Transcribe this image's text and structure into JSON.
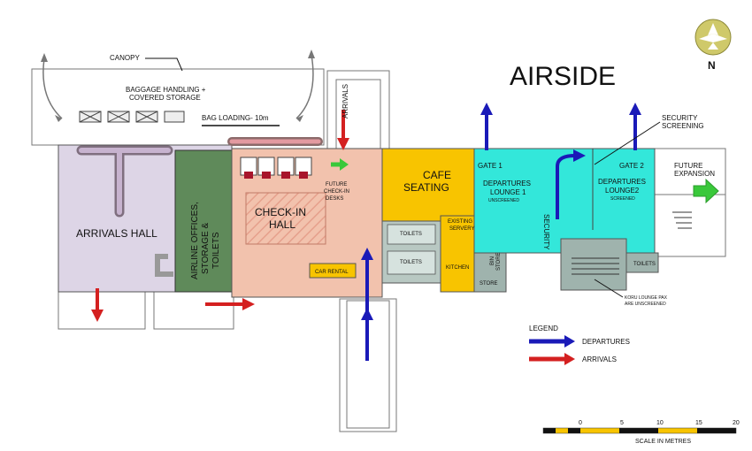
{
  "labels": {
    "airside": "AIRSIDE",
    "north": "N",
    "canopy": "CANOPY",
    "baggage_line1": "BAGGAGE HANDLING +",
    "baggage_line2": "COVERED STORAGE",
    "bag_loading": "BAG LOADING- 10m",
    "arrivals_vertical": "ARRIVALS",
    "arrivals_hall": "ARRIVALS  HALL",
    "airline_offices": [
      "AIRLINE OFFICES,",
      "STORAGE &",
      "TOILETS"
    ],
    "check_in": [
      "CHECK-IN",
      "HALL"
    ],
    "future_checkin": [
      "FUTURE",
      "CHECK-IN",
      "DESKS"
    ],
    "cafe": [
      "CAFE",
      "SEATING"
    ],
    "gate1": "GATE 1",
    "gate2": "GATE 2",
    "dep_lounge1": [
      "DEPARTURES",
      "LOUNGE 1",
      "UNSCREENED"
    ],
    "dep_lounge2": [
      "DEPARTURES",
      "LOUNGE2",
      "SCREENED"
    ],
    "security": "SECURITY",
    "security_screening": [
      "SECURITY",
      "SCREENING"
    ],
    "future_expansion": [
      "FUTURE",
      "EXPANSION"
    ],
    "toilets": "TOILETS",
    "existing_servery": [
      "EXISTING",
      "SERVERY"
    ],
    "kitchen": "KITCHEN",
    "bin_store": [
      "BIN",
      "STORE"
    ],
    "store": "STORE",
    "car_rental": "CAR RENTAL",
    "koru": [
      "KORU LOUNGE PAX",
      "ARE UNSCREENED"
    ]
  },
  "legend": {
    "title": "LEGEND",
    "departures": "DEPARTURES",
    "arrivals": "ARRIVALS"
  },
  "scale": {
    "ticks": [
      "0",
      "5",
      "10",
      "15",
      "20"
    ],
    "caption": "SCALE IN METRES"
  },
  "colors": {
    "arrivals_hall": "#ddd5e6",
    "offices": "#5f8a5a",
    "check_in": "#f2c2ad",
    "cafe": "#f8c400",
    "lounge": "#33e7da",
    "grey_room": "#9fb3ad",
    "departures_arrow": "#1a1ab8",
    "arrivals_arrow": "#d42020",
    "expansion_arrow": "#39c83a"
  }
}
